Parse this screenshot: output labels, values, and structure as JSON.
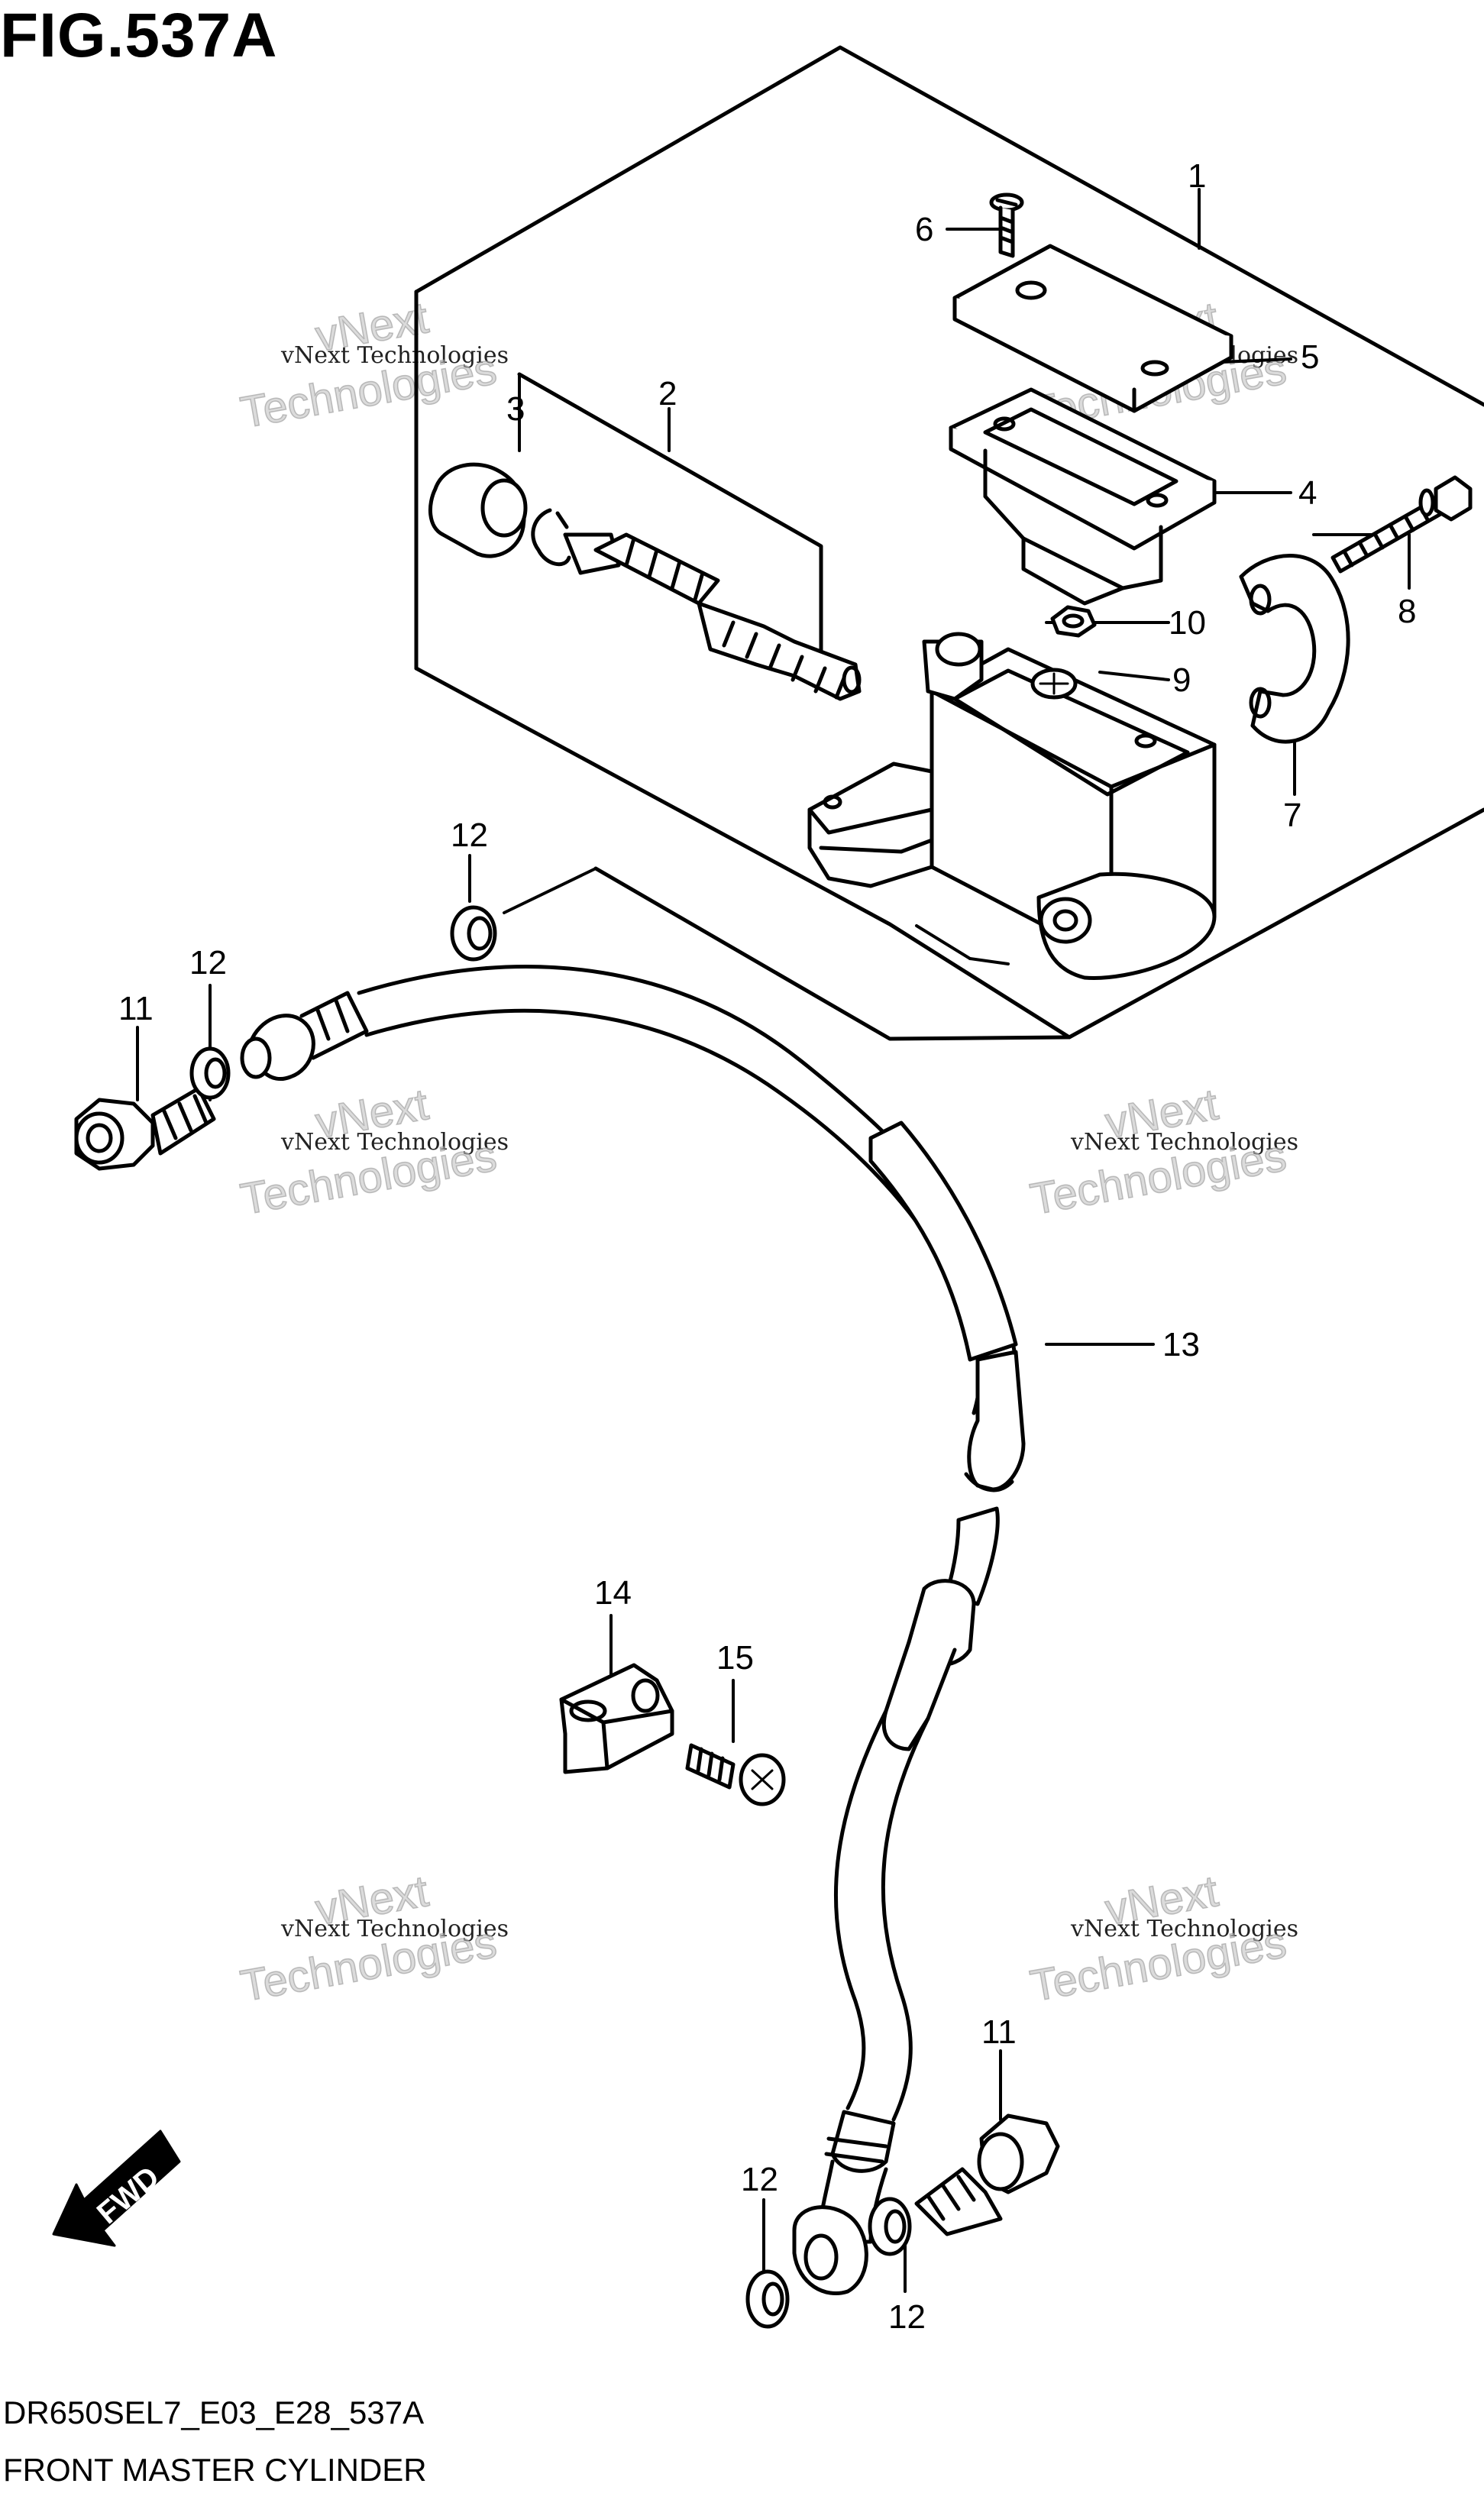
{
  "figure": {
    "title": "FIG.537A",
    "code": "DR650SEL7_E03_E28_537A",
    "name": "FRONT MASTER CYLINDER"
  },
  "watermark": {
    "small": "vNext Technologies",
    "big_line1": "vNext",
    "big_line2": "Technologies"
  },
  "fwd_label": "FWD",
  "callouts": {
    "c1": "1",
    "c2": "2",
    "c3": "3",
    "c4": "4",
    "c5": "5",
    "c6": "6",
    "c7": "7",
    "c8": "8",
    "c9": "9",
    "c10": "10",
    "c11a": "11",
    "c12a": "12",
    "c12b": "12",
    "c13": "13",
    "c14": "14",
    "c15": "15",
    "c11b": "11",
    "c12c": "12",
    "c12d": "12"
  }
}
